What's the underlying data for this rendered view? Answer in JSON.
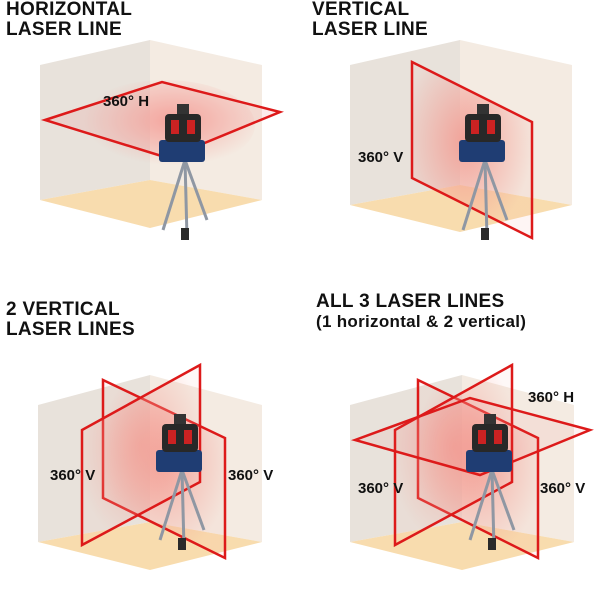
{
  "panels": [
    {
      "title_lines": [
        "HORIZONTAL",
        "LASER LINE"
      ],
      "labels": [
        "360° H"
      ]
    },
    {
      "title_lines": [
        "VERTICAL",
        "LASER LINE"
      ],
      "labels": [
        "360° V"
      ]
    },
    {
      "title_lines": [
        "2 VERTICAL",
        "LASER LINES"
      ],
      "labels": [
        "360° V",
        "360° V"
      ]
    },
    {
      "title_lines": [
        "ALL 3 LASER LINES",
        "(1 horizontal & 2 vertical)"
      ],
      "labels": [
        "360° H",
        "360° V",
        "360° V"
      ]
    }
  ],
  "colors": {
    "laser": "#dd1a1a",
    "laser_fill": "#f25050",
    "wall_left": "#e9e3dc",
    "wall_right": "#f5ece3",
    "floor": "#f7dcb0",
    "device_body": "#1f3d73",
    "device_top": "#282828",
    "tripod": "#8f97a3"
  }
}
